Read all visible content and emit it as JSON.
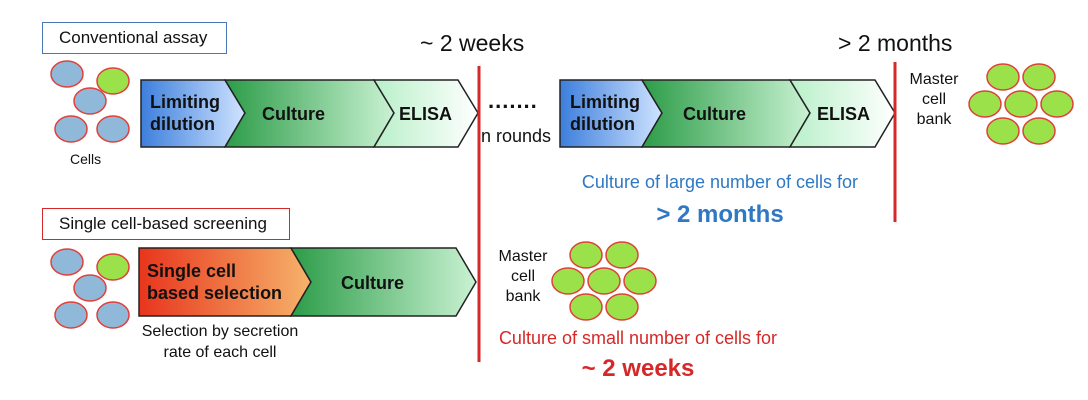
{
  "conventional": {
    "label": "Conventional assay",
    "cells_label": "Cells",
    "stages_round1": [
      "Limiting\ndilution",
      "Culture",
      "ELISA"
    ],
    "rounds_dots": ".......",
    "rounds_label": "n rounds",
    "stages_round2": [
      "Limiting\ndilution",
      "Culture",
      "ELISA"
    ],
    "time_short": "~ 2 weeks",
    "time_long": "> 2 months",
    "master_bank": "Master\ncell\nbank",
    "note_line1": "Culture of large number of cells for",
    "note_line2": "> 2 months"
  },
  "single_cell": {
    "label": "Single cell-based screening",
    "stages": [
      "Single cell\nbased selection",
      "Culture"
    ],
    "selection_note": "Selection by secretion\nrate of each cell",
    "master_bank": "Master\ncell\nbank",
    "note_line1": "Culture of small number of cells for",
    "note_line2": "~ 2 weeks"
  },
  "colors": {
    "blue_cell": "#8fb8d9",
    "green_cell": "#9be24a",
    "cell_outline_red": "#e0403a",
    "divider_red": "#d62828",
    "note_blue": "#2e78c4",
    "note_red": "#d62828",
    "blue_box": "#4f8fe0",
    "green_box": "#2f9f4a",
    "orange_box": "#e8401c"
  }
}
